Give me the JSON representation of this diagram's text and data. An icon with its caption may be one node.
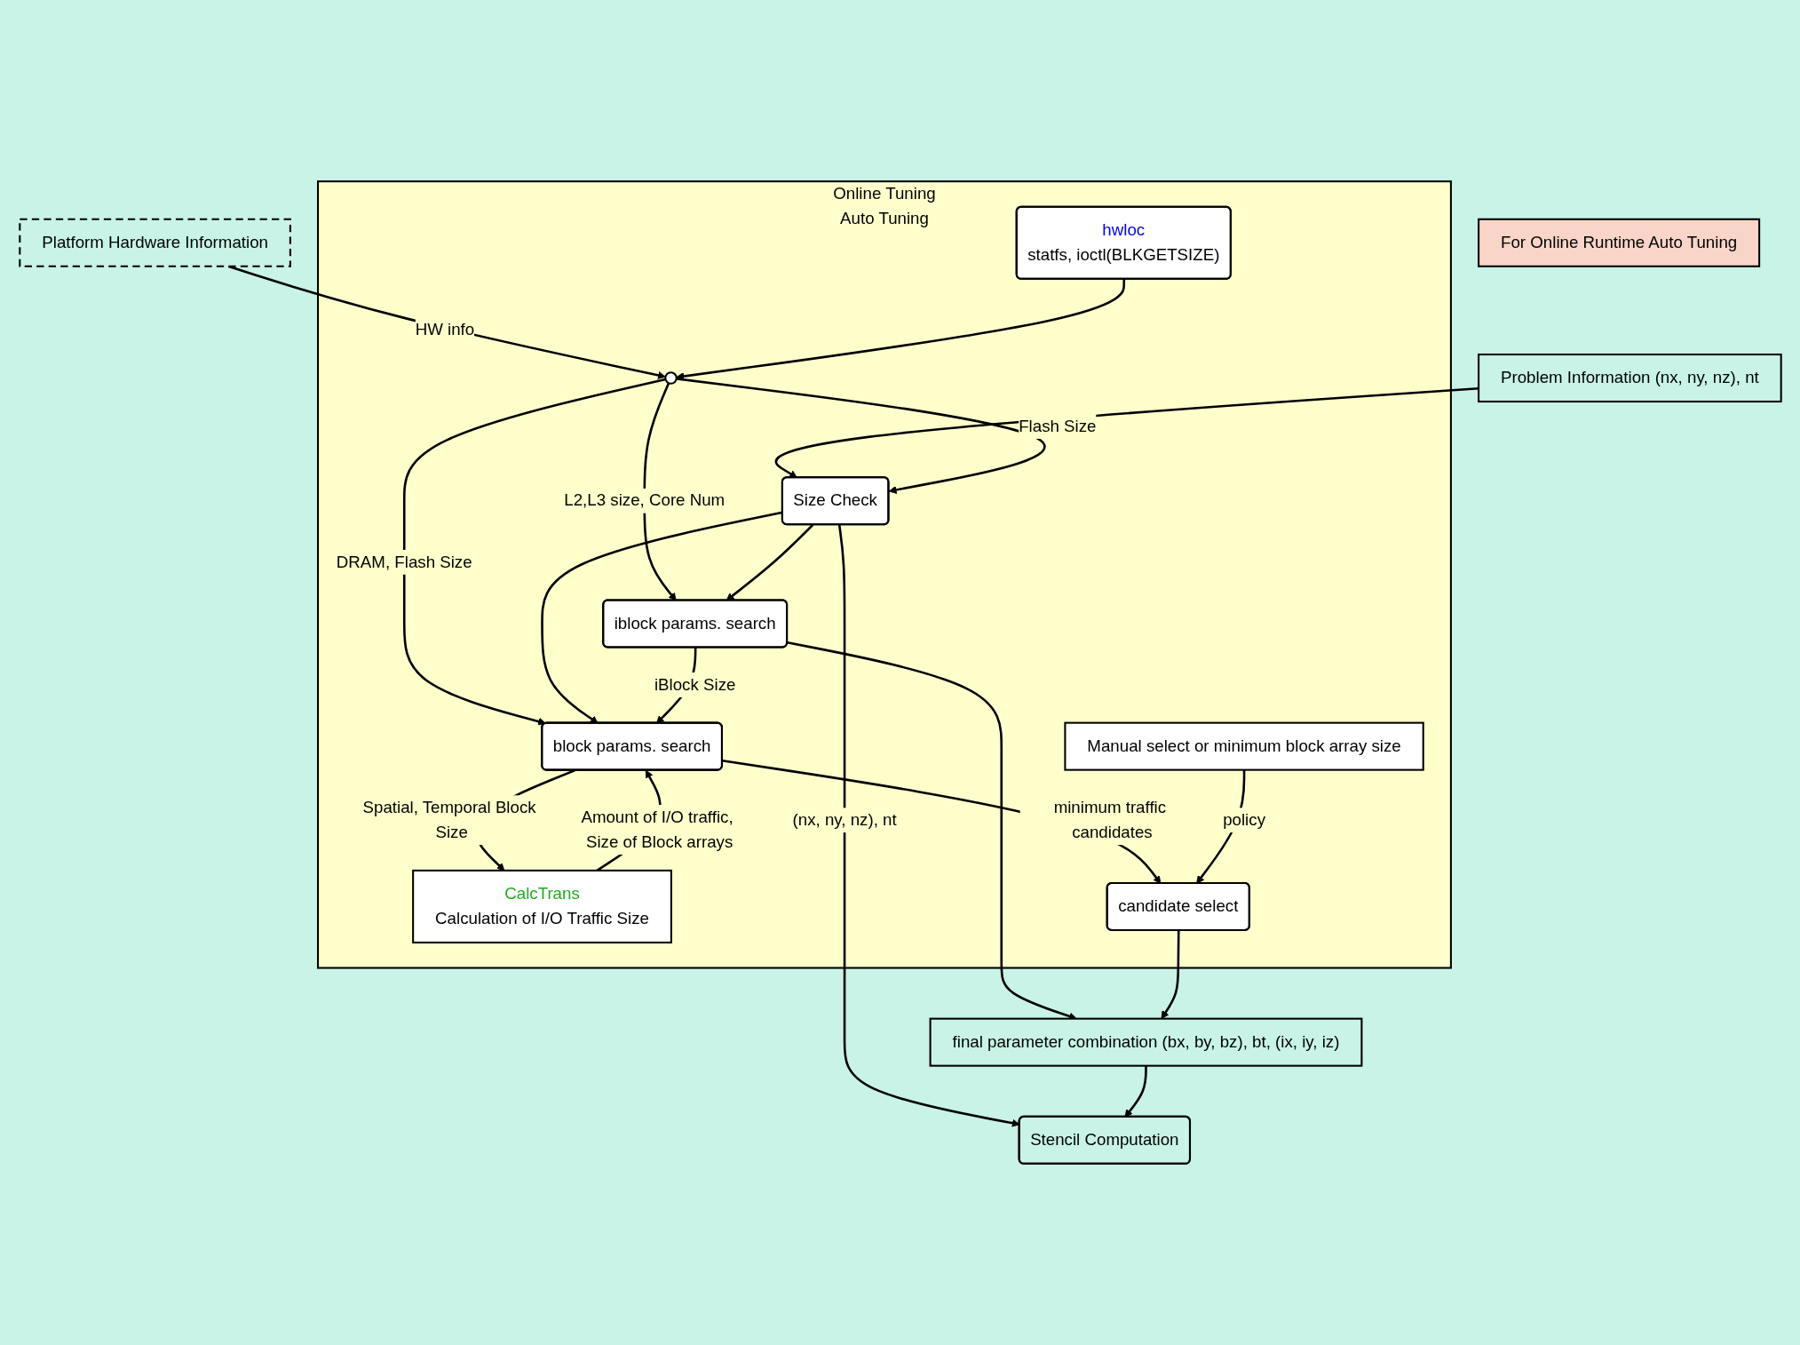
{
  "diagram": {
    "nodes": [
      {
        "text": [
          "Problem Information (nx, ny, nz), nt"
        ]
      },
      {
        "text": [
          "Platform Hardware Information"
        ]
      },
      {
        "text": [
          "Online Tuning",
          "Auto Tuning"
        ]
      },
      {
        "text": [
          "Size Check"
        ],
        "in": 2
      },
      {
        "text": [
          "iblock params. search"
        ],
        "in": 2
      },
      {
        "text": [],
        "shape": "circle",
        "in": 2
      },
      {
        "text": [
          "hwloc",
          "statfs, ioctl(BLKGETSIZE)"
        ],
        "in": 2
      },
      {
        "text": [
          "block params. search"
        ],
        "in": 2
      },
      {
        "text": [
          "CalcTrans",
          "Calculation of I/O Traffic Size"
        ],
        "in": 2
      },
      {
        "text": [
          "candidate select"
        ],
        "in": 2
      },
      {
        "text": [
          "Manual select or minimum block array size"
        ],
        "in": 2
      },
      {
        "text": [
          "final parameter combination (bx, by, bz), bt, (ix, iy, iz)"
        ]
      },
      {
        "text": [
          "Stencil Computation"
        ]
      },
      {
        "text": [
          "For Online Runtime Auto Tuning"
        ]
      }
    ],
    "edges": [
      {
        "from": 0,
        "to": 3,
        "arrow": "to"
      },
      {
        "from": 1,
        "to": 5,
        "arrow": "to",
        "label": "HW info"
      },
      {
        "from": 6,
        "to": 5,
        "arrow": "to"
      },
      {
        "from": 5,
        "to": 3,
        "arrow": "to",
        "label": "Flash Size"
      },
      {
        "from": 5,
        "to": 4,
        "arrow": "to",
        "label": "L2,L3 size, Core Num"
      },
      {
        "from": 5,
        "to": 7,
        "arrow": "to",
        "label": "DRAM, Flash Size"
      },
      {
        "from": 3,
        "to": 4,
        "arrow": "to"
      },
      {
        "from": 3,
        "to": 7,
        "arrow": "to"
      },
      {
        "from": 3,
        "to": 12,
        "arrow": "to",
        "label": "(nx, ny, nz), nt"
      },
      {
        "from": 4,
        "to": 7,
        "arrow": "to",
        "label": "iBlock Size"
      },
      {
        "from": 4,
        "to": 11,
        "arrow": "to"
      },
      {
        "from": 9,
        "to": 11,
        "arrow": "to"
      },
      {
        "from": 7,
        "to": 8,
        "arrow": "to",
        "label": "Spatial, Temporal Block Size"
      },
      {
        "from": 8,
        "to": 7,
        "arrow": "to",
        "label": "Amount of I/O traffic, Size of Block arrays"
      },
      {
        "from": 7,
        "to": 9,
        "arrow": "to",
        "label": "minimum traffic candidates"
      },
      {
        "from": 10,
        "to": 9,
        "arrow": "to",
        "label": "policy"
      },
      {
        "from": 11,
        "to": 12,
        "arrow": "to"
      }
    ]
  }
}
